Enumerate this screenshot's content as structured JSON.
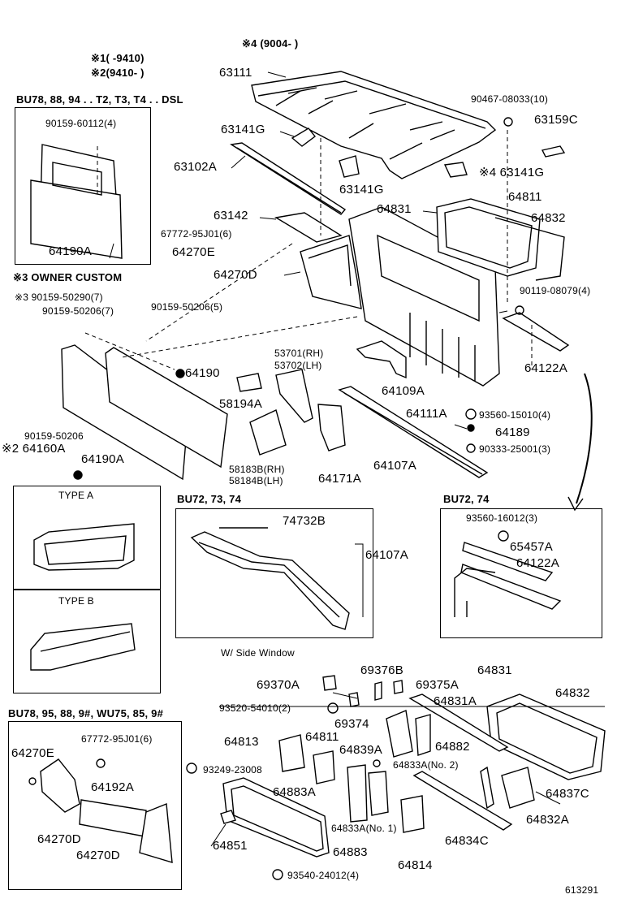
{
  "notes": {
    "n4": "※4 (9004-      )",
    "n1": "※1(      -9410)",
    "n2": "※2(9410-      )"
  },
  "headings": {
    "bu78_top": "BU78, 88, 94 . . T2, T3, T4 . . DSL",
    "owner_custom": "※3 OWNER CUSTOM",
    "type_a": "TYPE A",
    "type_b": "TYPE B",
    "bu72_73_74": "BU72, 73, 74",
    "bu72_74": "BU72, 74",
    "side_window": "W/ Side Window",
    "bu78_bottom": "BU78, 95, 88, 9#, WU75, 85, 9#"
  },
  "parts": {
    "p63111": "63111",
    "p90467": "90467-08033(10)",
    "p63159c": "63159C",
    "p63141g_a": "63141G",
    "p63102a": "63102A",
    "p63141g_b": "63141G",
    "p63141g_c": "※4 63141G",
    "p64831_top": "64831",
    "p64811_top": "64811",
    "p64832_top": "64832",
    "p63142": "63142",
    "p67772_top": "67772-95J01(6)",
    "p64270e_top": "64270E",
    "p64270d_top": "64270D",
    "p90159_60112": "90159-60112(4)",
    "p64190a_top": "64190A",
    "p90159_50290": "※3 90159-50290(7)",
    "p90159_50206_7": "90159-50206(7)",
    "p90159_50206_5": "90159-50206(5)",
    "p90119": "90119-08079(4)",
    "p53701": "53701(RH)",
    "p53702": "53702(LH)",
    "p64190": "64190",
    "p64122a_top": "64122A",
    "p64109a": "64109A",
    "p58194a": "58194A",
    "p64111a": "64111A",
    "p93560_15010": "93560-15010(4)",
    "p64189": "64189",
    "p90159_50206": "90159-50206",
    "p64160a": "※2 64160A",
    "p90333": "90333-25001(3)",
    "p64190a_mid": "64190A",
    "p58183b": "58183B(RH)",
    "p58184b": "58184B(LH)",
    "p64171a": "64171A",
    "p64107a_top": "64107A",
    "p74732b": "74732B",
    "p64107a_box": "64107A",
    "p93560_16012": "93560-16012(3)",
    "p65457a": "65457A",
    "p64122a_box": "64122A",
    "p69370a": "69370A",
    "p69376b": "69376B",
    "p69375a": "69375A",
    "p64831_bot": "64831",
    "p64832_bot": "64832",
    "p93520": "93520-54010(2)",
    "p64831a": "64831A",
    "p69374": "69374",
    "p64813": "64813",
    "p64811_bot": "64811",
    "p64839a": "64839A",
    "p64882": "64882",
    "p64833a_no2": "64833A(No. 2)",
    "p93249": "93249-23008",
    "p64883a": "64883A",
    "p64837c": "64837C",
    "p64832a": "64832A",
    "p64833a_no1": "64833A(No. 1)",
    "p64834c": "64834C",
    "p64851": "64851",
    "p64883": "64883",
    "p64814": "64814",
    "p93540": "93540-24012(4)",
    "p67772_bot": "67772-95J01(6)",
    "p64270e_bot": "64270E",
    "p64192a": "64192A",
    "p64270d_bot1": "64270D",
    "p64270d_bot2": "64270D"
  },
  "figure_number": "613291"
}
